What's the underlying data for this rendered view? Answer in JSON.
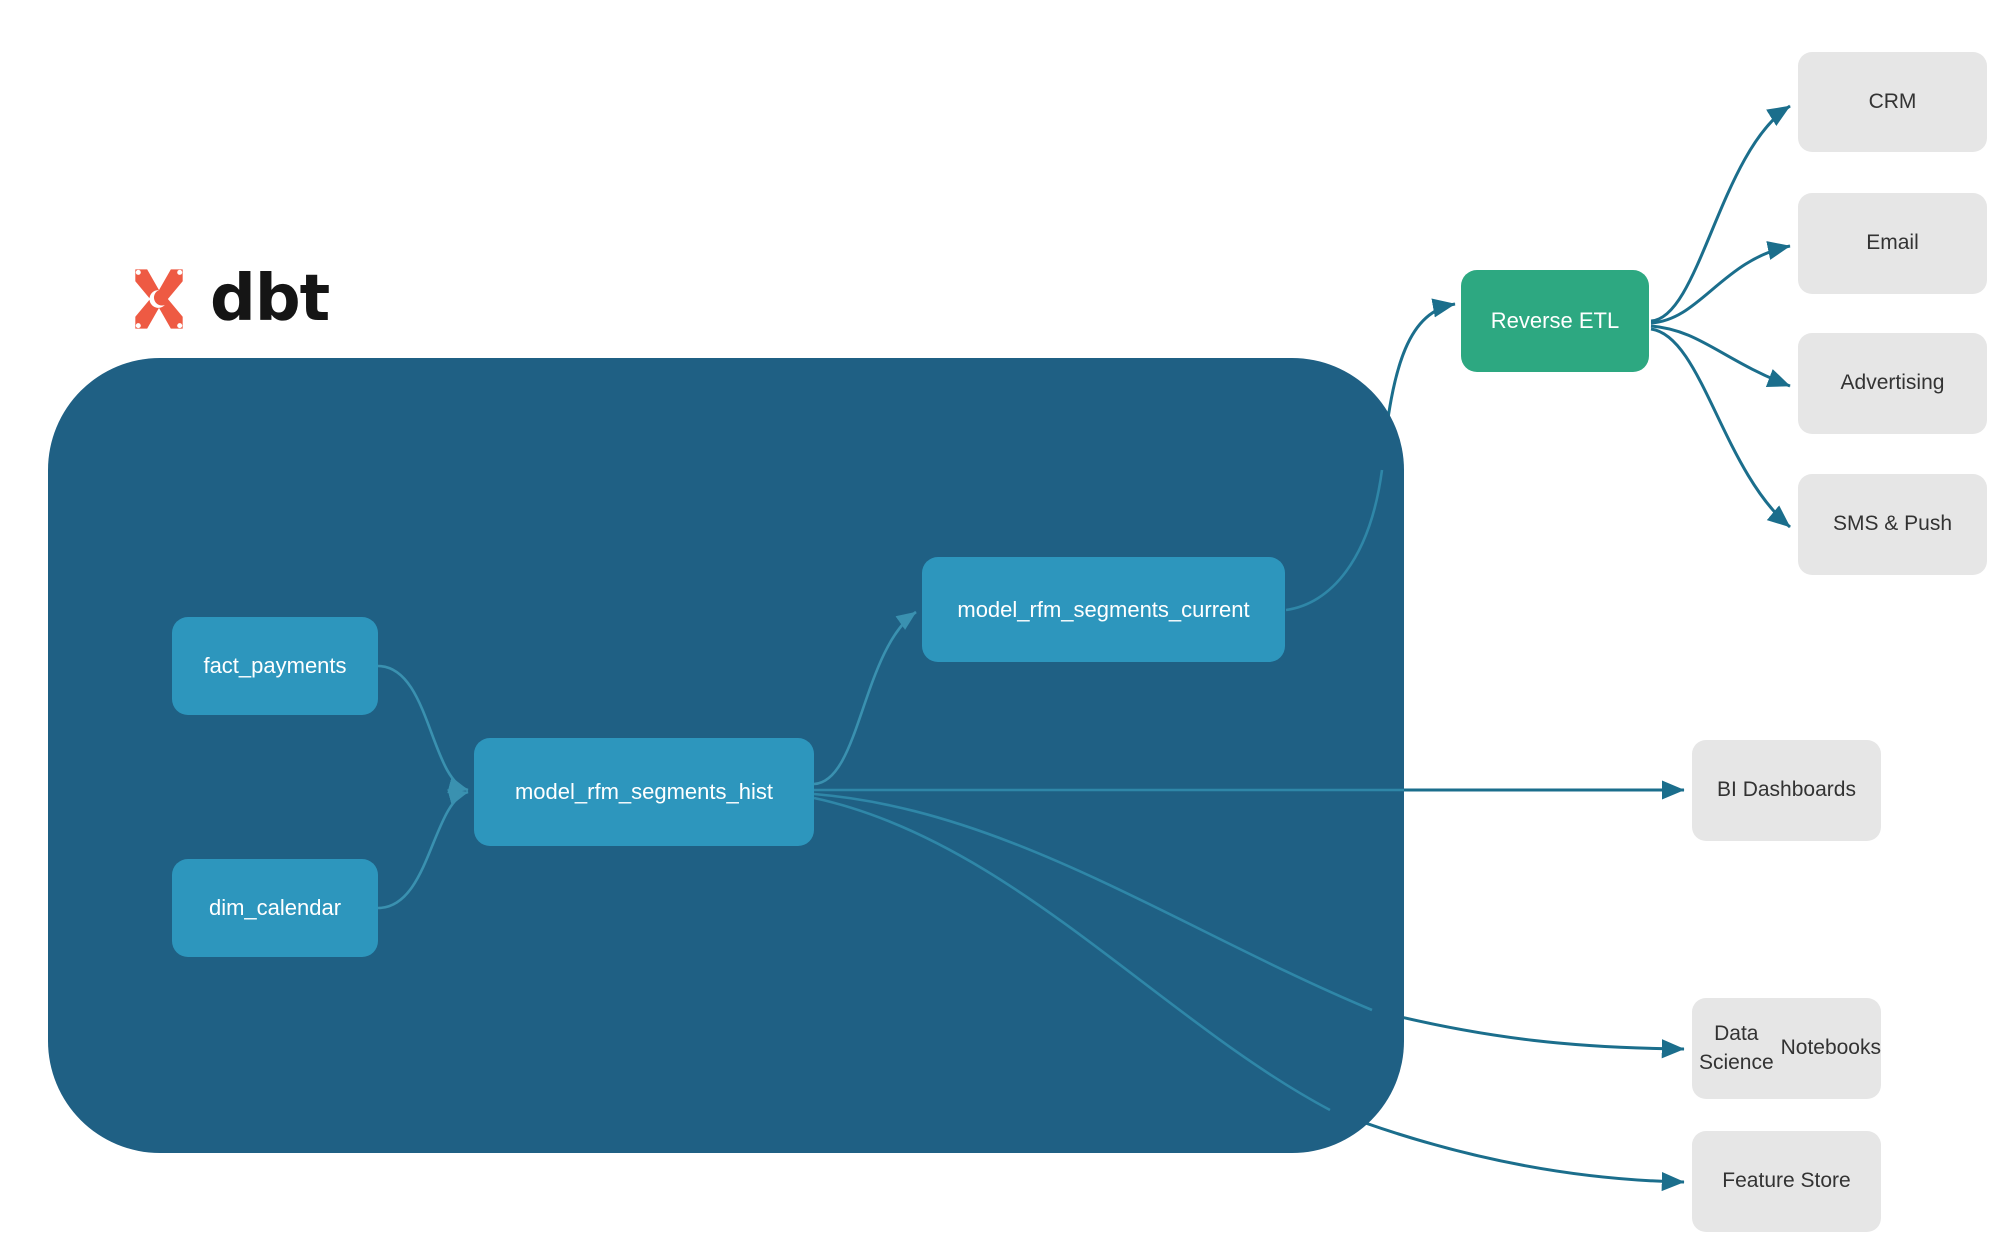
{
  "brand": {
    "logo_text": "dbt",
    "logo_icon": "dbt-x-mark-icon"
  },
  "colors": {
    "container_fill": "#1f6084",
    "model_node_fill": "#2d96bd",
    "reverse_etl_fill": "#2da881",
    "destination_fill": "#e6e6e6",
    "edge_stroke": "#1b6e8c",
    "inner_edge_stroke": "#2f87a8",
    "logo_mark": "#ee5a43",
    "page_background": "#ffffff"
  },
  "diagram": {
    "type": "flow-diagram",
    "container_label": "dbt",
    "models": [
      {
        "id": "fact_payments",
        "label": "fact_payments"
      },
      {
        "id": "dim_calendar",
        "label": "dim_calendar"
      },
      {
        "id": "model_rfm_segments_hist",
        "label": "model_rfm_segments_hist"
      },
      {
        "id": "model_rfm_segments_current",
        "label": "model_rfm_segments_current"
      }
    ],
    "activation": {
      "id": "reverse_etl",
      "label": "Reverse ETL"
    },
    "reverse_etl_destinations": [
      {
        "id": "crm",
        "label": "CRM"
      },
      {
        "id": "email",
        "label": "Email"
      },
      {
        "id": "advertising",
        "label": "Advertising"
      },
      {
        "id": "sms_push",
        "label": "SMS & Push"
      }
    ],
    "analytics_destinations": [
      {
        "id": "bi_dashboards",
        "label": "BI Dashboards"
      },
      {
        "id": "ds_notebooks",
        "label": "Data Science\nNotebooks",
        "line1": "Data Science",
        "line2": "Notebooks"
      },
      {
        "id": "feature_store",
        "label": "Feature Store"
      }
    ],
    "edges": [
      {
        "from": "fact_payments",
        "to": "model_rfm_segments_hist"
      },
      {
        "from": "dim_calendar",
        "to": "model_rfm_segments_hist"
      },
      {
        "from": "model_rfm_segments_hist",
        "to": "model_rfm_segments_current"
      },
      {
        "from": "model_rfm_segments_current",
        "to": "reverse_etl"
      },
      {
        "from": "reverse_etl",
        "to": "crm"
      },
      {
        "from": "reverse_etl",
        "to": "email"
      },
      {
        "from": "reverse_etl",
        "to": "advertising"
      },
      {
        "from": "reverse_etl",
        "to": "sms_push"
      },
      {
        "from": "model_rfm_segments_hist",
        "to": "bi_dashboards"
      },
      {
        "from": "model_rfm_segments_hist",
        "to": "ds_notebooks"
      },
      {
        "from": "model_rfm_segments_hist",
        "to": "feature_store"
      }
    ]
  }
}
